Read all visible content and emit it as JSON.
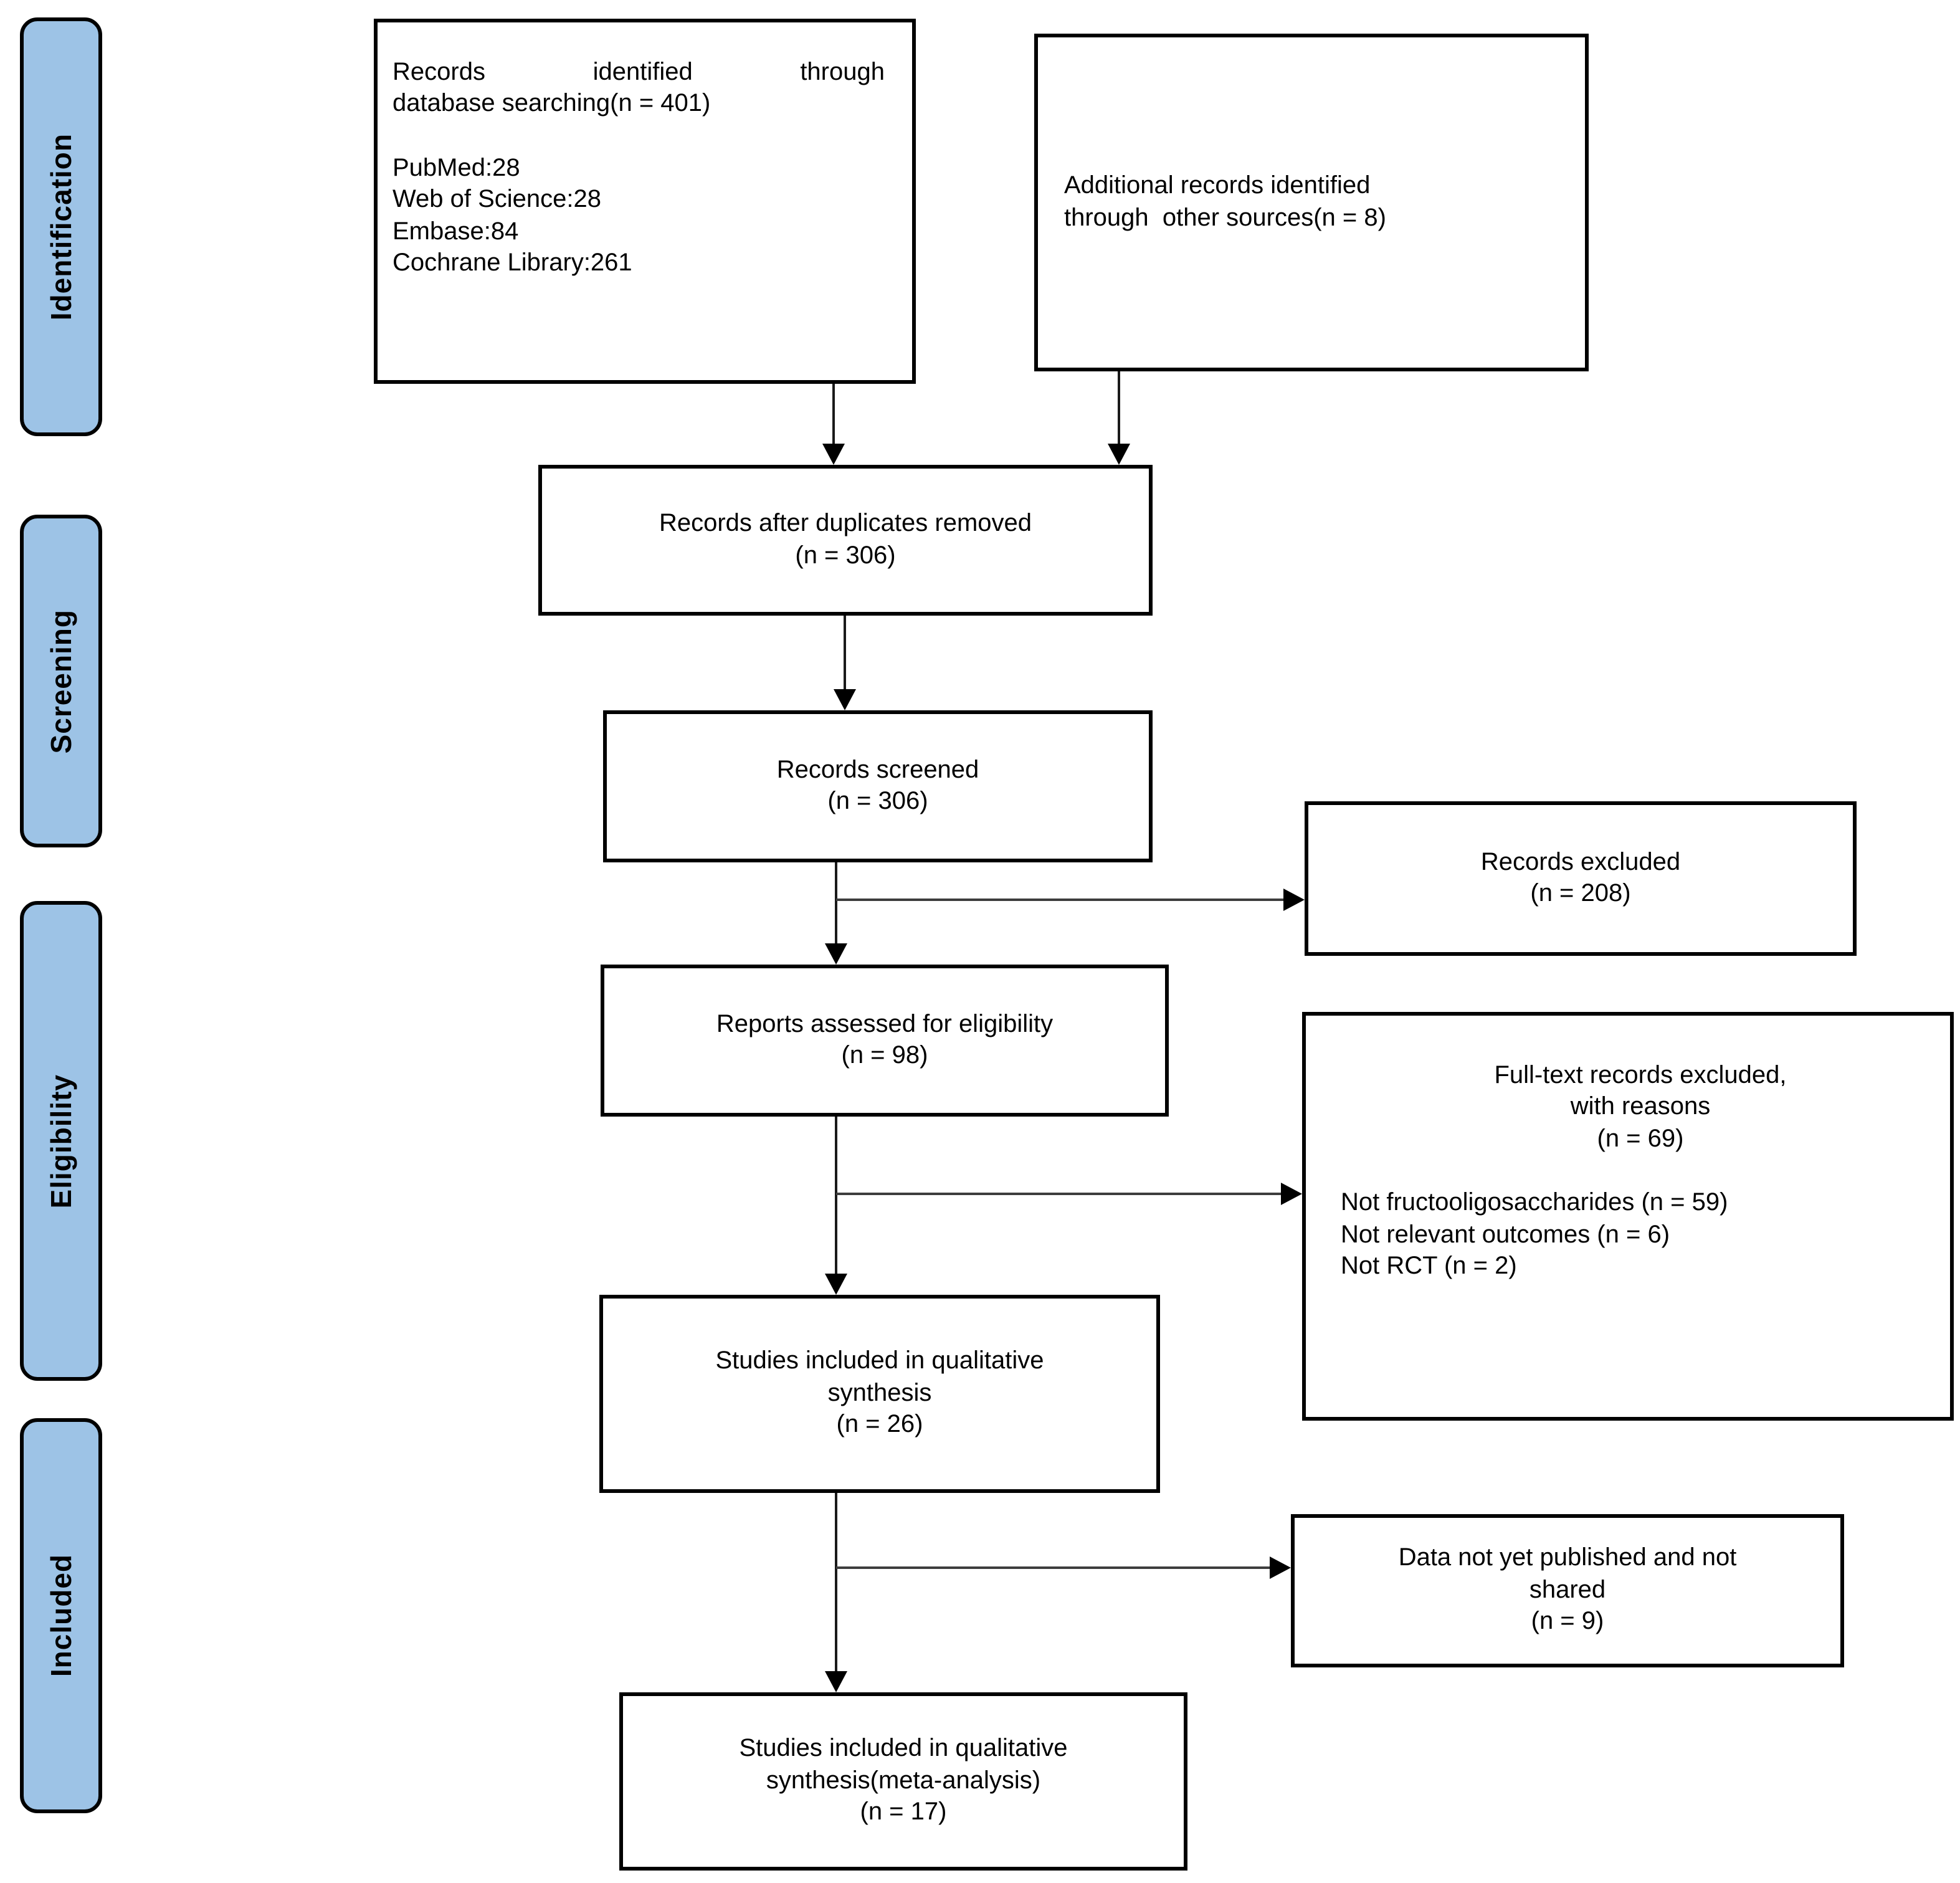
{
  "diagram": {
    "type": "prisma-flow",
    "colors": {
      "stage_fill": "#9DC3E6",
      "stage_border": "#000000",
      "box_border": "#000000",
      "arrow": "#000000"
    },
    "stages": [
      {
        "label": "Identification"
      },
      {
        "label": "Screening"
      },
      {
        "label": "Eligibility"
      },
      {
        "label": "Included"
      }
    ],
    "boxes": {
      "identified": {
        "line1": "Records identified through",
        "line2": "database searching(n = 401)",
        "sources": [
          "PubMed:28",
          "Web of Science:28",
          "Embase:84",
          "Cochrane Library:261"
        ]
      },
      "additional": {
        "text": "Additional records identified\nthrough  other sources(n = 8)"
      },
      "dedup": {
        "text": "Records after duplicates removed\n(n = 306)"
      },
      "screened": {
        "text": "Records screened\n(n = 306)"
      },
      "excluded": {
        "text": "Records excluded\n(n = 208)"
      },
      "assessed": {
        "text": "Reports assessed for eligibility\n(n = 98)"
      },
      "fulltext": {
        "heading": "Full-text records excluded,\nwith reasons\n(n = 69)",
        "reasons": [
          "Not fructooligosaccharides (n = 59)",
          "Not relevant outcomes (n = 6)",
          "Not RCT (n = 2)"
        ]
      },
      "qualitative": {
        "text": "Studies included in qualitative\nsynthesis\n(n = 26)"
      },
      "notshared": {
        "text": "Data not yet published and not\nshared\n(n = 9)"
      },
      "meta": {
        "text": "Studies included in qualitative\nsynthesis(meta-analysis)\n(n = 17)"
      }
    }
  }
}
